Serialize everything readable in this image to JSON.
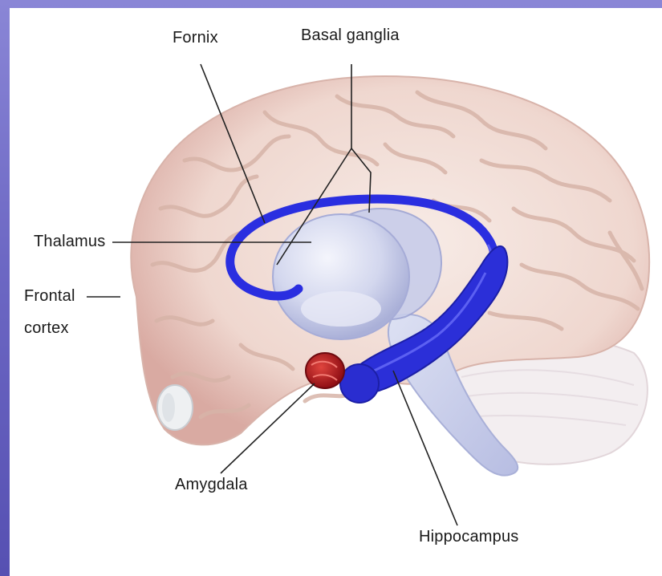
{
  "labels": {
    "fornix": "Fornix",
    "basal_ganglia": "Basal ganglia",
    "thalamus": "Thalamus",
    "frontal_cortex_line1": "Frontal",
    "frontal_cortex_line2": "cortex",
    "amygdala": "Amygdala",
    "hippocampus": "Hippocampus"
  },
  "colors": {
    "background_frame": "#6d68c4",
    "panel": "#ffffff",
    "brain": "#f1ddd6",
    "gyri": "#d9b8ad",
    "thalamus": "#cdd3ec",
    "fornix": "#2a2ee0",
    "hippocampus": "#2b2fd8",
    "amygdala": "#c0161f",
    "leader_lines": "#222222"
  }
}
